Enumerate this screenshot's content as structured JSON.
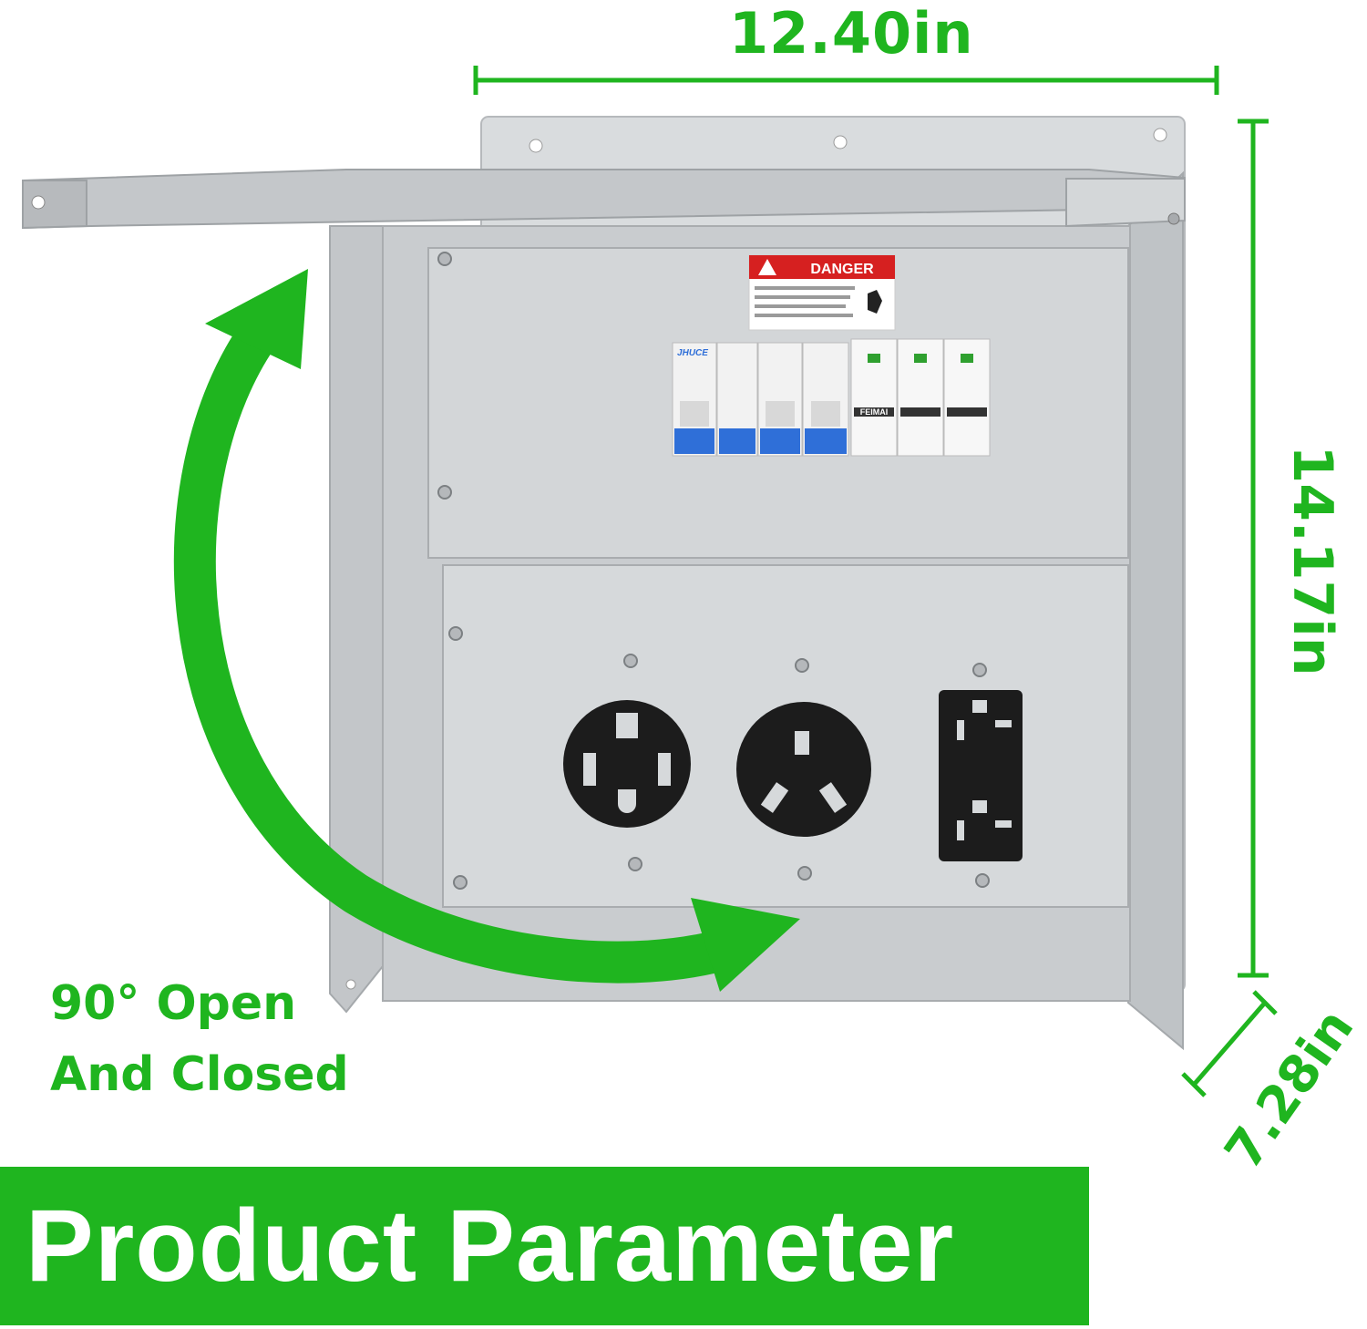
{
  "dimensions": {
    "width": "12.40in",
    "height": "14.17in",
    "depth": "7.28in"
  },
  "note": {
    "line1": "90° Open",
    "line2": "And Closed"
  },
  "banner": {
    "title": "Product Parameter"
  },
  "panel": {
    "danger_label": "DANGER",
    "breaker_brand": "JHUCE",
    "surge_brand": "FEIMAI"
  },
  "colors": {
    "accent": "#1fb51f",
    "enclosure": "#c9cccf",
    "danger": "#d62020",
    "breaker_handle": "#2f6fd8"
  }
}
